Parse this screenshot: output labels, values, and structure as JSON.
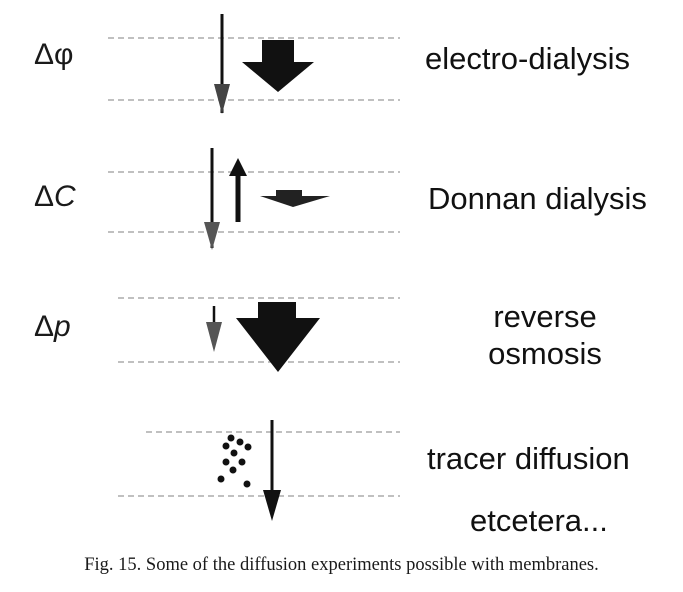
{
  "rows": [
    {
      "delta": "Δ",
      "driving_force": "φ",
      "italic": false,
      "process": "electro-dialysis"
    },
    {
      "delta": "Δ",
      "driving_force": "C",
      "italic": true,
      "process": "Donnan dialysis"
    },
    {
      "delta": "Δ",
      "driving_force": "p",
      "italic": true,
      "process_lines": [
        "reverse",
        "osmosis"
      ]
    },
    {
      "delta": "",
      "driving_force": "",
      "italic": false,
      "process": "tracer diffusion"
    }
  ],
  "extra": "etcetera...",
  "caption": "Fig. 15. Some of the diffusion experiments possible with membranes.",
  "colors": {
    "ink": "#111111",
    "membrane_line": "#9a9a9a"
  }
}
